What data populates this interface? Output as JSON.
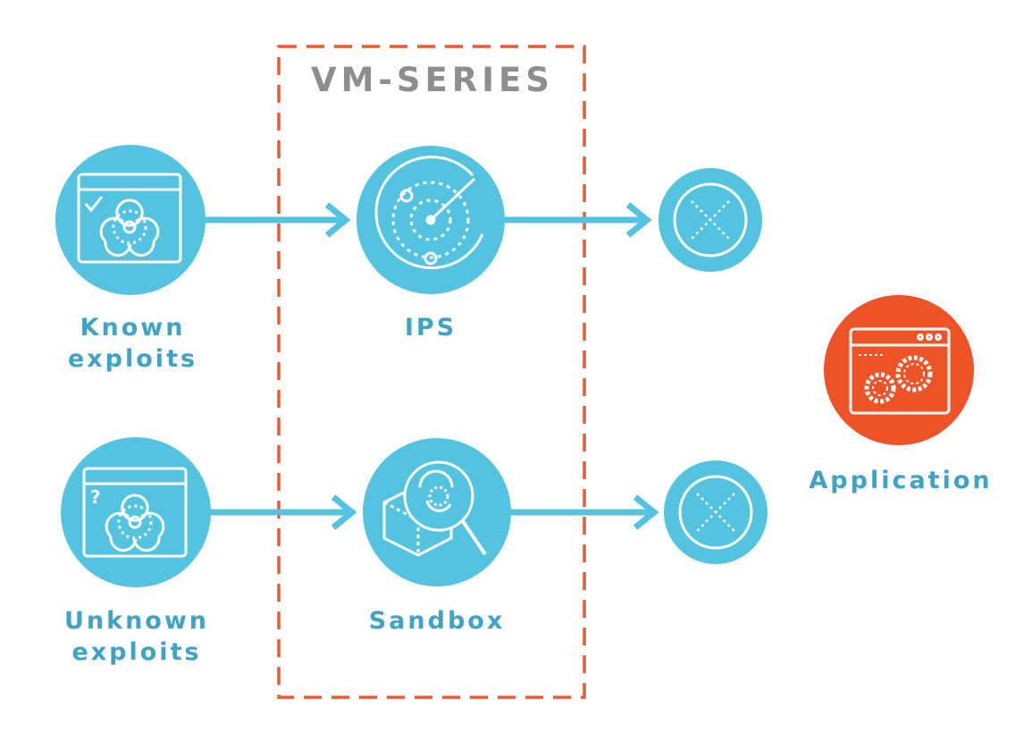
{
  "vm_series": {
    "title": "VM-SERIES"
  },
  "nodes": {
    "known_exploits": {
      "line1": "Known",
      "line2": "exploits",
      "icon": "biohazard-window-check-icon"
    },
    "unknown_exploits": {
      "line1": "Unknown",
      "line2": "exploits",
      "icon": "biohazard-window-question-icon"
    },
    "ips": {
      "label": "IPS",
      "icon": "radar-icon"
    },
    "sandbox": {
      "label": "Sandbox",
      "icon": "sandbox-magnifier-icon"
    },
    "block_top": {
      "icon": "blocked-x-icon"
    },
    "block_bottom": {
      "icon": "blocked-x-icon"
    },
    "application": {
      "label": "Application",
      "icon": "app-window-gears-icon"
    }
  },
  "colors": {
    "node_blue": "#54c3e0",
    "label_blue": "#3ea3c4",
    "app_orange": "#ee5227",
    "dashed_border": "#ec5a32",
    "title_gray": "#8d8e90"
  }
}
